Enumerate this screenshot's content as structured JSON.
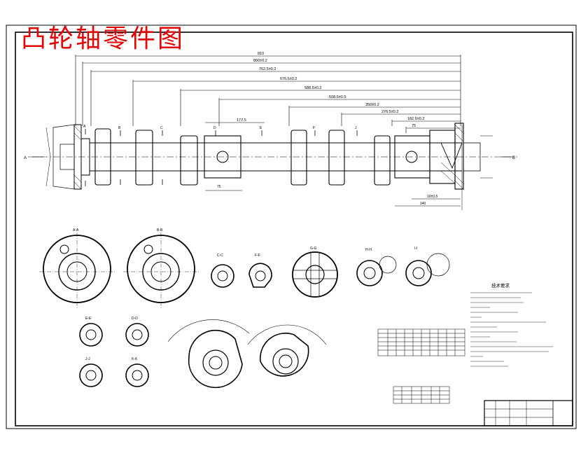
{
  "title": "凸轮轴零件图",
  "dimensions": {
    "total": "810",
    "d1": "800±0.2",
    "d2": "762.5±0.2",
    "d3": "676.5±0.2",
    "d4": "588.5±0.2",
    "d5": "508.5±0.5",
    "d6": "356±0.2",
    "d7": "276.5±0.2",
    "d8": "182.5±0.2",
    "d9": "75",
    "d10": "177.5",
    "d11": "10±0.5",
    "d12": "140",
    "d13": "75"
  },
  "view_arrows": {
    "left": "A",
    "right": "B"
  },
  "section_marks": [
    "A",
    "B",
    "C",
    "D",
    "E",
    "F",
    "J"
  ],
  "section_views": [
    "A-A",
    "B-B",
    "C-C",
    "F-F",
    "G-G",
    "H-H",
    "I-I",
    "E-E",
    "D-D",
    "J-J",
    "K-K"
  ],
  "notes_heading": "技术要求",
  "colors": {
    "title": "#e60000",
    "line": "#000000",
    "center_line": "#000000"
  }
}
